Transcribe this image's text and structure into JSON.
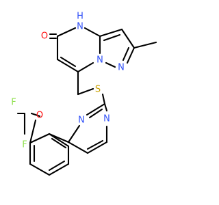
{
  "molecule": {
    "atoms": [
      {
        "id": "O_keto",
        "label": "O",
        "color": "#ff0d0d"
      },
      {
        "id": "NH",
        "label": "H",
        "label_main": "N",
        "color": "#3050f8"
      },
      {
        "id": "N_bridge",
        "label": "N",
        "color": "#3050f8"
      },
      {
        "id": "N_pyrazole",
        "label": "N",
        "color": "#3050f8"
      },
      {
        "id": "S",
        "label": "S",
        "color": "#c8a000"
      },
      {
        "id": "N_pym_top",
        "label": "N",
        "color": "#3050f8"
      },
      {
        "id": "N_pym_left",
        "label": "N",
        "color": "#3050f8"
      },
      {
        "id": "O_ether",
        "label": "O",
        "color": "#ff0d0d"
      },
      {
        "id": "F_top",
        "label": "F",
        "color": "#90e050"
      },
      {
        "id": "F_bottom",
        "label": "F",
        "color": "#90e050"
      }
    ]
  }
}
